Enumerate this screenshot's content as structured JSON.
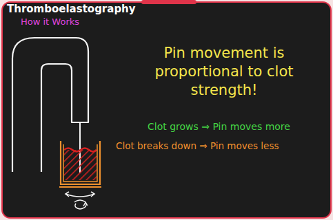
{
  "diagram": {
    "title": "Thromboelastography",
    "labels": [
      "How it Works",
      "Pin movement is proportional to clot strength!",
      "Clot grows ⇒ Pin moves more",
      "Clot breaks down ⇒ Pin moves less"
    ]
  }
}
